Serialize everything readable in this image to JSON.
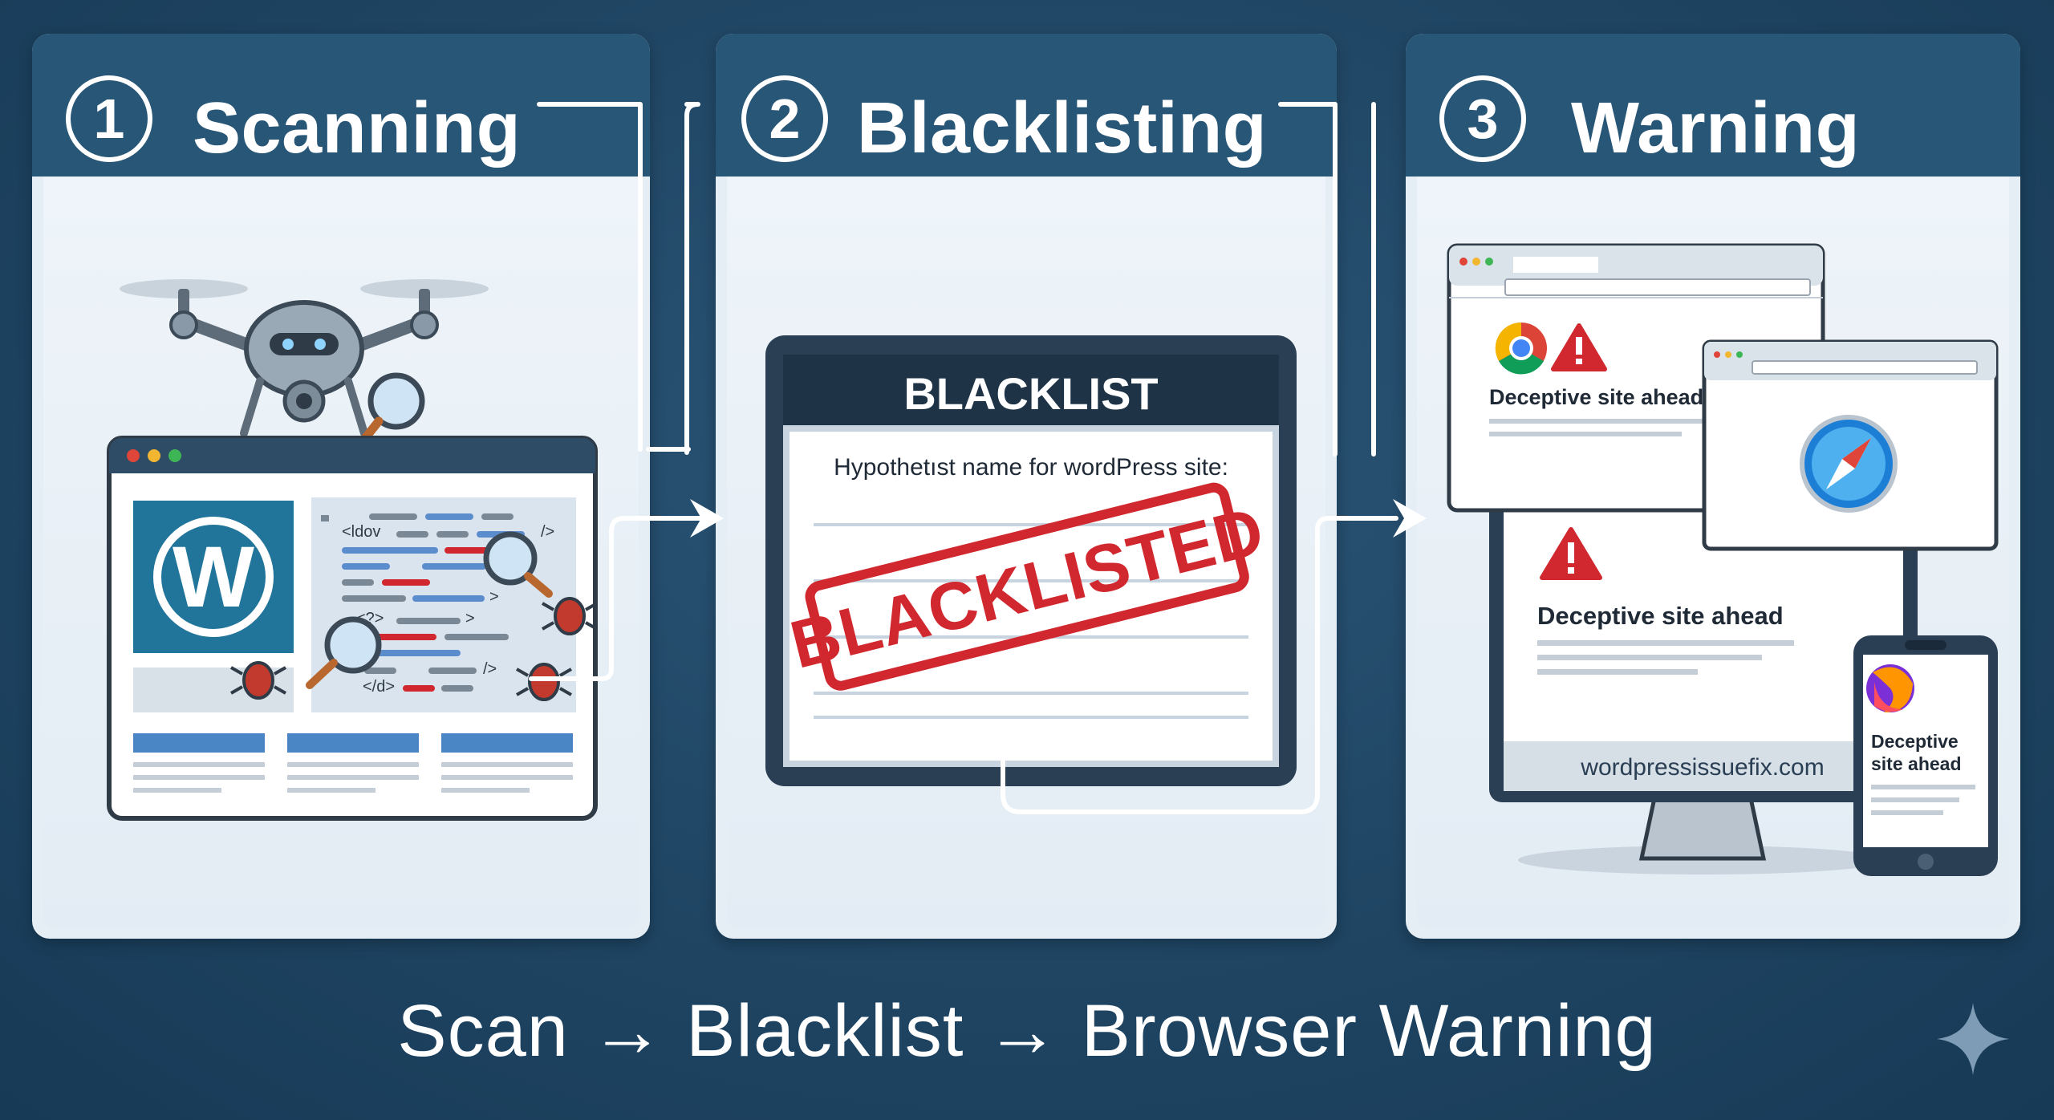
{
  "steps": [
    {
      "number": "1",
      "title": "Scanning"
    },
    {
      "number": "2",
      "title": "Blacklisting"
    },
    {
      "number": "3",
      "title": "Warning"
    }
  ],
  "scan_panel": {
    "code_lines": [
      "<ldov",
      "/>",
      "<?>",
      "</d>",
      "/>",
      ">",
      ">"
    ]
  },
  "blacklist_panel": {
    "header": "BLACKLIST",
    "site_label": "Hypothetıst name for wordPress site:",
    "stamp": "BLACKLISTED"
  },
  "warning_panel": {
    "browser_warning": "Deceptive site ahead",
    "desktop_warning": "Deceptive site ahead",
    "mobile_warning_line1": "Deceptive",
    "mobile_warning_line2": "site ahead",
    "domain": "wordpressissuefix.com"
  },
  "caption": "Scan → Blacklist → Browser Warning",
  "colors": {
    "background": "#1f4563",
    "panel_header": "#285677",
    "panel_body": "#e6eef5",
    "accent_blue": "#4a86c5",
    "danger_red": "#d0282e",
    "wordpress_blue": "#21759b"
  },
  "icons": [
    "drone-icon",
    "wordpress-logo-icon",
    "magnifier-icon",
    "bug-icon",
    "chrome-icon",
    "safari-icon",
    "firefox-icon",
    "warning-icon",
    "sparkle-icon"
  ]
}
